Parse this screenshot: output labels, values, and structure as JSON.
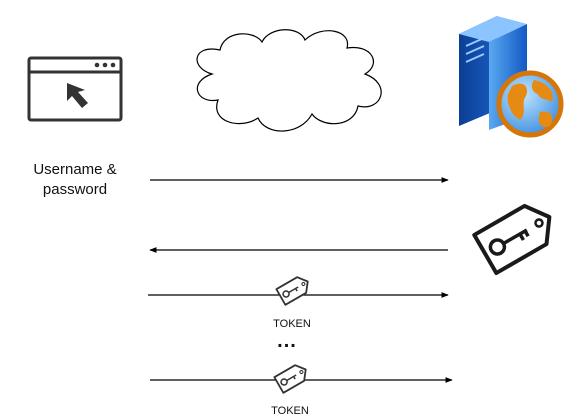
{
  "credentials_label": "Username & password",
  "tokens": [
    {
      "label": "TOKEN"
    },
    {
      "label": "TOKEN"
    }
  ],
  "ellipsis": "...",
  "icons": {
    "client": "browser-window-with-cursor-icon",
    "network": "cloud-icon",
    "server": "web-server-with-globe-icon",
    "issued_key": "key-tag-icon",
    "token": "small-key-tag-icon"
  },
  "colors": {
    "line": "#000000",
    "icon_stroke": "#333333",
    "server_blue": "#1b6fd1",
    "globe_orange": "#e58a12"
  }
}
